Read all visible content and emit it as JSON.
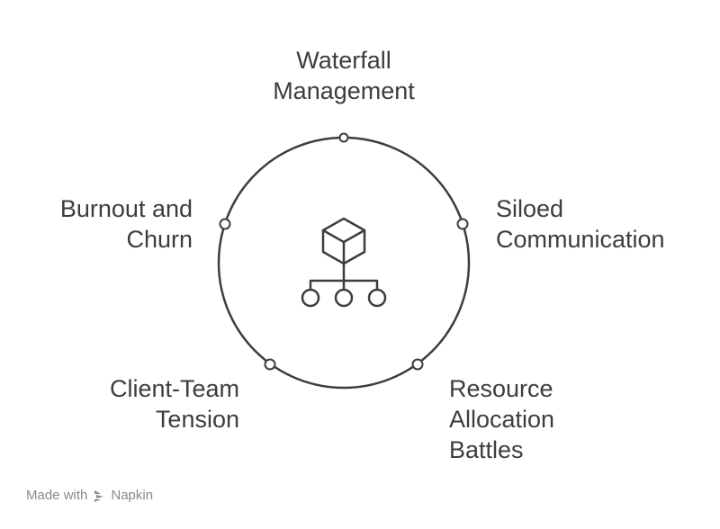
{
  "diagram": {
    "center_icon": "cube-hierarchy-icon",
    "stroke_color": "#3d3d3d",
    "labels": {
      "top": [
        "Waterfall",
        "Management"
      ],
      "right": [
        "Siloed",
        "Communication"
      ],
      "bottom_right": [
        "Resource",
        "Allocation",
        "Battles"
      ],
      "bottom_left": [
        "Client-Team",
        "Tension"
      ],
      "left": [
        "Burnout and",
        "Churn"
      ]
    }
  },
  "footer": {
    "made_with": "Made with",
    "brand": "Napkin",
    "brand_icon": "napkin-logo-icon"
  }
}
